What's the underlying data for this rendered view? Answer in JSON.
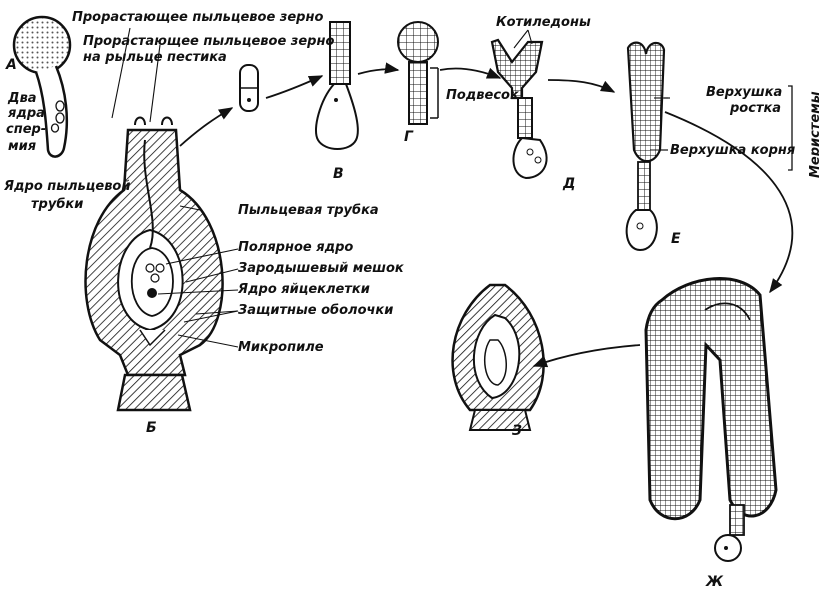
{
  "labels": {
    "pollen_germ_1": "Прорастающее пыльцевое зерно",
    "pollen_germ_2a": "Прорастающее пыльцевое зерно",
    "pollen_germ_2b": "на рыльце пестика",
    "sperm_1": "Два",
    "sperm_2": "ядра",
    "sperm_3": "спер-",
    "sperm_4": "мия",
    "tube_nucleus_1": "Ядро пыльцевой",
    "tube_nucleus_2": "трубки",
    "pollen_tube": "Пыльцевая трубка",
    "polar_nucleus": "Полярное ядро",
    "embryo_sac": "Зародышевый мешок",
    "egg_nucleus": "Ядро яйцеклетки",
    "integuments": "Защитные оболочки",
    "micropyle": "Микропиле",
    "cotyledons": "Котиледоны",
    "suspensor": "Подвесок",
    "shoot_apex_1": "Верхушка",
    "shoot_apex_2": "ростка",
    "root_apex": "Верхушка корня",
    "meristems": "Меристемы"
  },
  "panels": {
    "a": "А",
    "b": "Б",
    "v": "В",
    "g": "Г",
    "d": "Д",
    "e": "Е",
    "zh": "Ж",
    "z": "З"
  },
  "colors": {
    "ink": "#111111",
    "paper": "#ffffff"
  }
}
